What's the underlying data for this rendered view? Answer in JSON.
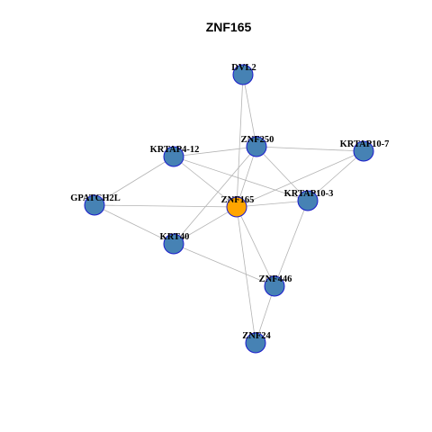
{
  "graph": {
    "title": "ZNF165",
    "colors": {
      "node_fill": "#4682b4",
      "center_fill": "#ffa500",
      "node_border": "#1a1acc",
      "edge": "#b3b3b3"
    },
    "nodes": [
      {
        "id": "DVL2",
        "label": "DVL2",
        "center": false
      },
      {
        "id": "ZNF250",
        "label": "ZNF250",
        "center": false
      },
      {
        "id": "KRTAP4-12",
        "label": "KRTAP4-12",
        "center": false
      },
      {
        "id": "KRTAP10-7",
        "label": "KRTAP10-7",
        "center": false
      },
      {
        "id": "GPATCH2L",
        "label": "GPATCH2L",
        "center": false
      },
      {
        "id": "ZNF165",
        "label": "ZNF165",
        "center": true
      },
      {
        "id": "KRTAP10-3",
        "label": "KRTAP10-3",
        "center": false
      },
      {
        "id": "KRT40",
        "label": "KRT40",
        "center": false
      },
      {
        "id": "ZNF446",
        "label": "ZNF446",
        "center": false
      },
      {
        "id": "ZNF24",
        "label": "ZNF24",
        "center": false
      }
    ],
    "edges": [
      [
        "DVL2",
        "ZNF250"
      ],
      [
        "DVL2",
        "ZNF165"
      ],
      [
        "ZNF250",
        "KRTAP4-12"
      ],
      [
        "ZNF250",
        "KRTAP10-7"
      ],
      [
        "ZNF250",
        "ZNF165"
      ],
      [
        "ZNF250",
        "KRTAP10-3"
      ],
      [
        "ZNF250",
        "KRT40"
      ],
      [
        "KRTAP4-12",
        "GPATCH2L"
      ],
      [
        "KRTAP4-12",
        "KRTAP10-3"
      ],
      [
        "KRTAP4-12",
        "ZNF165"
      ],
      [
        "KRTAP10-7",
        "KRTAP10-3"
      ],
      [
        "KRTAP10-7",
        "ZNF165"
      ],
      [
        "GPATCH2L",
        "ZNF165"
      ],
      [
        "GPATCH2L",
        "KRT40"
      ],
      [
        "ZNF165",
        "KRTAP10-3"
      ],
      [
        "ZNF165",
        "KRT40"
      ],
      [
        "ZNF165",
        "ZNF446"
      ],
      [
        "ZNF165",
        "ZNF24"
      ],
      [
        "KRTAP10-3",
        "ZNF446"
      ],
      [
        "KRT40",
        "ZNF446"
      ],
      [
        "ZNF446",
        "ZNF24"
      ]
    ]
  }
}
